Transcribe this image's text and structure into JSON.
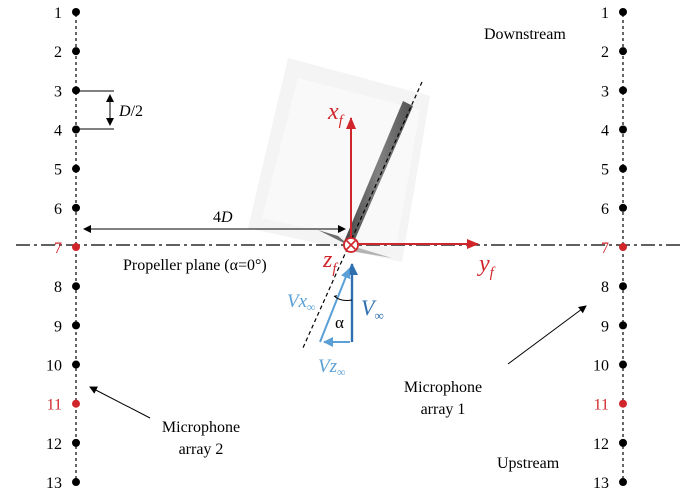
{
  "colors": {
    "black": "#000000",
    "red": "#d0262b",
    "light_blue": "#5aa0d6",
    "dark_blue": "#2f6fb0",
    "gray": "#4a4a4a"
  },
  "left_array": {
    "numbers": [
      "1",
      "2",
      "3",
      "4",
      "5",
      "6",
      "7",
      "8",
      "9",
      "10",
      "11",
      "12",
      "13"
    ],
    "red_indices": [
      6,
      10
    ]
  },
  "right_array": {
    "numbers": [
      "1",
      "2",
      "3",
      "4",
      "5",
      "6",
      "7",
      "8",
      "9",
      "10",
      "11",
      "12",
      "13"
    ],
    "red_indices": [
      6,
      10
    ]
  },
  "labels": {
    "downstream": "Downstream",
    "upstream": "Upstream",
    "half_diameter_var": "D",
    "half_diameter_rest": "/2",
    "four_d_num": "4",
    "four_d_var": "D",
    "propeller_plane": "Propeller plane (α=0°)",
    "mic_array_1_line1": "Microphone",
    "mic_array_1_line2": "array 1",
    "mic_array_2_line1": "Microphone",
    "mic_array_2_line2": "array 2",
    "xf_var": "x",
    "xf_sub": "f",
    "yf_var": "y",
    "yf_sub": "f",
    "zf_var": "z",
    "zf_sub": "f",
    "alpha": "α",
    "vinf_var": "V",
    "vinf_sub": "∞",
    "vx_var": "Vx",
    "vx_sub": "∞",
    "vz_var": "Vz",
    "vz_sub": "∞"
  }
}
